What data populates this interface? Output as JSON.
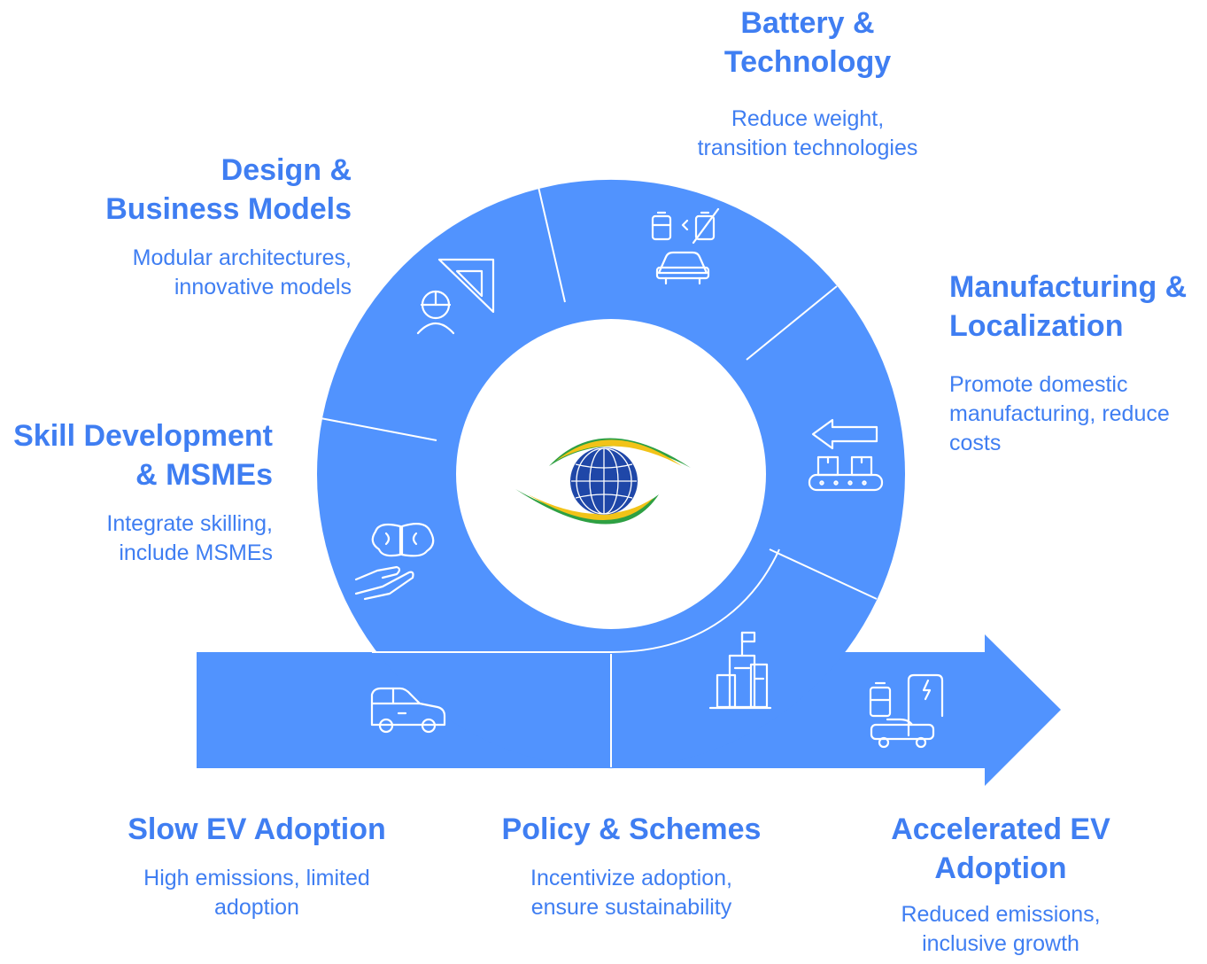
{
  "colors": {
    "shape_fill": "#5193fe",
    "divider": "#ffffff",
    "text": "#3f7ef2",
    "logo_blue": "#1f47a8",
    "logo_green": "#2ea043",
    "logo_yellow": "#f2c318"
  },
  "stages": {
    "battery": {
      "title_line1": "Battery &",
      "title_line2": "Technology",
      "desc_line1": "Reduce weight,",
      "desc_line2": "transition technologies",
      "icon": "battery-swap-car-icon"
    },
    "design": {
      "title_line1": "Design &",
      "title_line2": "Business Models",
      "desc_line1": "Modular architectures,",
      "desc_line2": "innovative models",
      "icon": "engineer-design-icon"
    },
    "manufacturing": {
      "title_line1": "Manufacturing &",
      "title_line2": "Localization",
      "desc_line1": "Promote domestic",
      "desc_line2": "manufacturing, reduce",
      "desc_line3": "costs",
      "icon": "conveyor-belt-icon"
    },
    "skill": {
      "title_line1": "Skill Development",
      "title_line2": "& MSMEs",
      "desc_line1": "Integrate skilling,",
      "desc_line2": "include MSMEs",
      "icon": "brain-hand-icon"
    },
    "slow": {
      "title": "Slow EV Adoption",
      "desc_line1": "High emissions, limited",
      "desc_line2": "adoption",
      "icon": "car-icon"
    },
    "policy": {
      "title": "Policy & Schemes",
      "desc_line1": "Incentivize adoption,",
      "desc_line2": "ensure sustainability",
      "icon": "government-building-flag-icon"
    },
    "accelerated": {
      "title_line1": "Accelerated EV",
      "title_line2": "Adoption",
      "desc_line1": "Reduced emissions,",
      "desc_line2": "inclusive growth",
      "icon": "ev-charging-icon"
    }
  },
  "center_logo": {
    "icon": "eye-globe-logo-icon"
  }
}
